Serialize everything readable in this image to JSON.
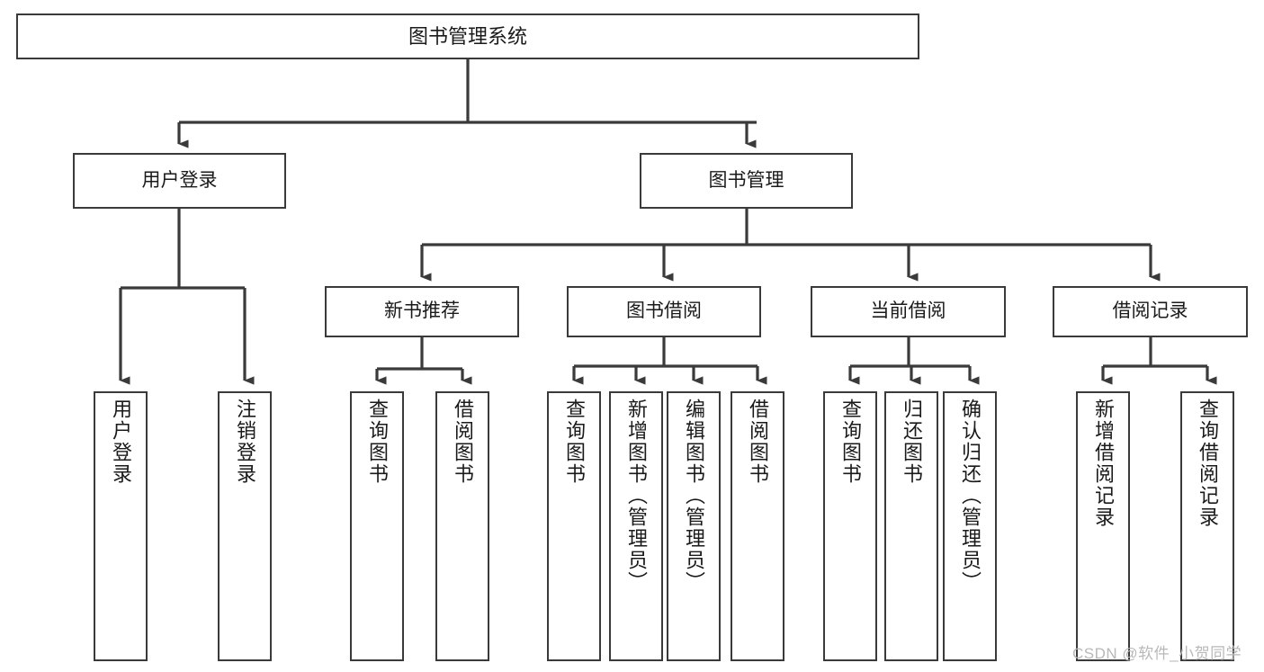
{
  "diagram": {
    "title": "图书管理系统",
    "root": {
      "id": "root",
      "label": "图书管理系统"
    },
    "level2": [
      {
        "id": "user-login",
        "label": "用户登录"
      },
      {
        "id": "book-manage",
        "label": "图书管理"
      }
    ],
    "level3": [
      {
        "id": "new-book-rec",
        "label": "新书推荐"
      },
      {
        "id": "book-borrow",
        "label": "图书借阅"
      },
      {
        "id": "current-borrow",
        "label": "当前借阅"
      },
      {
        "id": "borrow-record",
        "label": "借阅记录"
      }
    ],
    "leaves": {
      "user_login": [
        {
          "id": "leaf-user-login",
          "label": "用户登录"
        },
        {
          "id": "leaf-logout-login",
          "label": "注销登录"
        }
      ],
      "new_book_rec": [
        {
          "id": "leaf-query-book-1",
          "label": "查询图书"
        },
        {
          "id": "leaf-borrow-book-1",
          "label": "借阅图书"
        }
      ],
      "book_borrow": [
        {
          "id": "leaf-query-book-2",
          "label": "查询图书"
        },
        {
          "id": "leaf-add-book",
          "label": "新增图书（管理员）"
        },
        {
          "id": "leaf-edit-book",
          "label": "编辑图书（管理员）"
        },
        {
          "id": "leaf-borrow-book-2",
          "label": "借阅图书"
        }
      ],
      "current_borrow": [
        {
          "id": "leaf-query-book-3",
          "label": "查询图书"
        },
        {
          "id": "leaf-return-book",
          "label": "归还图书"
        },
        {
          "id": "leaf-confirm-return",
          "label": "确认归还（管理员）"
        }
      ],
      "borrow_record": [
        {
          "id": "leaf-add-record",
          "label": "新增借阅记录"
        },
        {
          "id": "leaf-query-record",
          "label": "查询借阅记录"
        }
      ]
    },
    "watermark": "CSDN @软件_小贺同学",
    "colors": {
      "box_border": "#3a3a3a",
      "box_fill": "#ffffff",
      "connector": "#3a3a3a",
      "text": "#1a1a1a",
      "watermark": "#b8b8b8"
    }
  }
}
